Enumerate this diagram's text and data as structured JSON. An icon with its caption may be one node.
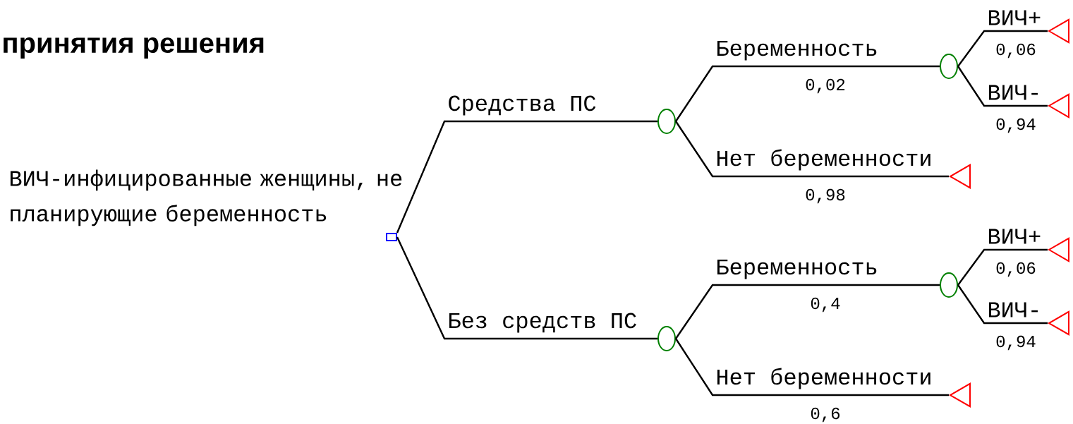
{
  "diagram": {
    "title": "принятия решения",
    "nodes": [
      {
        "text": [],
        "shape": "box"
      },
      {
        "text": [],
        "shape": "circle"
      },
      {
        "text": [],
        "shape": "circle"
      },
      {
        "text": [],
        "shape": "triangle"
      },
      {
        "text": [],
        "shape": "triangle"
      },
      {
        "text": [],
        "shape": "triangle"
      },
      {
        "text": [],
        "shape": "circle"
      },
      {
        "text": [],
        "shape": "circle"
      },
      {
        "text": [],
        "shape": "triangle"
      },
      {
        "text": [],
        "shape": "triangle"
      },
      {
        "text": [],
        "shape": "triangle"
      }
    ],
    "edges": [
      {
        "from": 0,
        "to": 1,
        "arrow": "none",
        "label": "Средства ПС"
      },
      {
        "from": 0,
        "to": 6,
        "arrow": "none",
        "label": "Без средств ПС"
      },
      {
        "from": 1,
        "to": 2,
        "arrow": "none",
        "label": "Беременность"
      },
      {
        "from": 1,
        "to": 5,
        "arrow": "none",
        "label": "Нет беременности"
      },
      {
        "from": 2,
        "to": 3,
        "arrow": "none",
        "label": "ВИЧ+"
      },
      {
        "from": 2,
        "to": 4,
        "arrow": "none",
        "label": "ВИЧ-"
      },
      {
        "from": 6,
        "to": 7,
        "arrow": "none",
        "label": "Беременность"
      },
      {
        "from": 6,
        "to": 10,
        "arrow": "none",
        "label": "Нет беременности"
      },
      {
        "from": 7,
        "to": 8,
        "arrow": "none",
        "label": "ВИЧ+"
      },
      {
        "from": 7,
        "to": 9,
        "arrow": "none",
        "label": "ВИЧ-"
      }
    ],
    "labels": [
      "ВИЧ-инфицированные женщины, не планирующие беременность",
      "0,06",
      "0,02",
      "0,94",
      "0,98",
      "0,06",
      "0,4",
      "0,94",
      "0,6"
    ]
  }
}
